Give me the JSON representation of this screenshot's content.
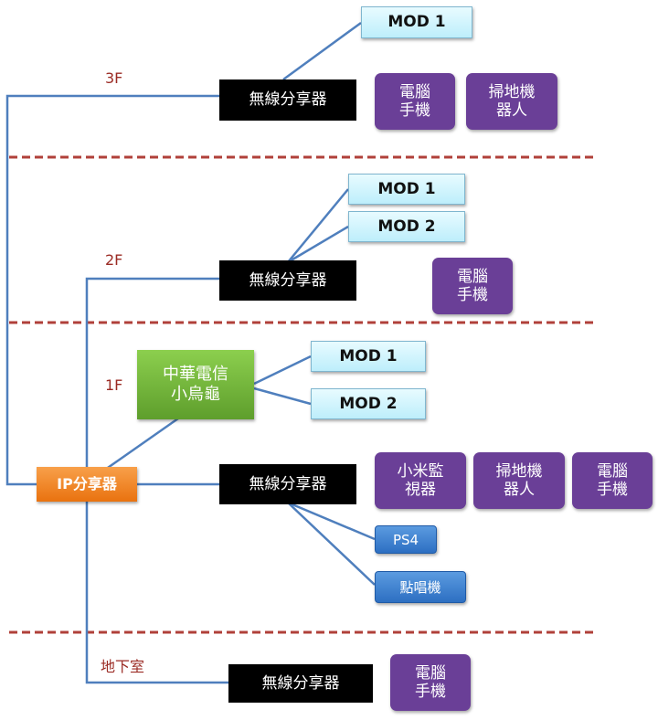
{
  "floors": {
    "f3": "3F",
    "f2": "2F",
    "f1": "1F",
    "basement": "地下室"
  },
  "nodes": {
    "ip_router": "IP分享器",
    "cht_box": "中華電信\n小烏龜",
    "wireless_3f": "無線分享器",
    "wireless_2f": "無線分享器",
    "wireless_1f": "無線分享器",
    "wireless_b": "無線分享器",
    "mod_3f": "MOD 1",
    "mod1_2f": "MOD 1",
    "mod2_2f": "MOD 2",
    "mod1_1f": "MOD 1",
    "mod2_1f": "MOD 2",
    "dev_3f_pc": "電腦\n手機",
    "dev_3f_robot": "掃地機\n器人",
    "dev_2f_pc": "電腦\n手機",
    "dev_1f_cam": "小米監\n視器",
    "dev_1f_robot": "掃地機\n器人",
    "dev_1f_pc": "電腦\n手機",
    "ps4": "PS4",
    "karaoke": "點唱機",
    "dev_b_pc": "電腦\n手機"
  },
  "colors": {
    "line": "#4f7fbd",
    "divider": "#b0403a",
    "floor_label": "#9b2b24"
  }
}
